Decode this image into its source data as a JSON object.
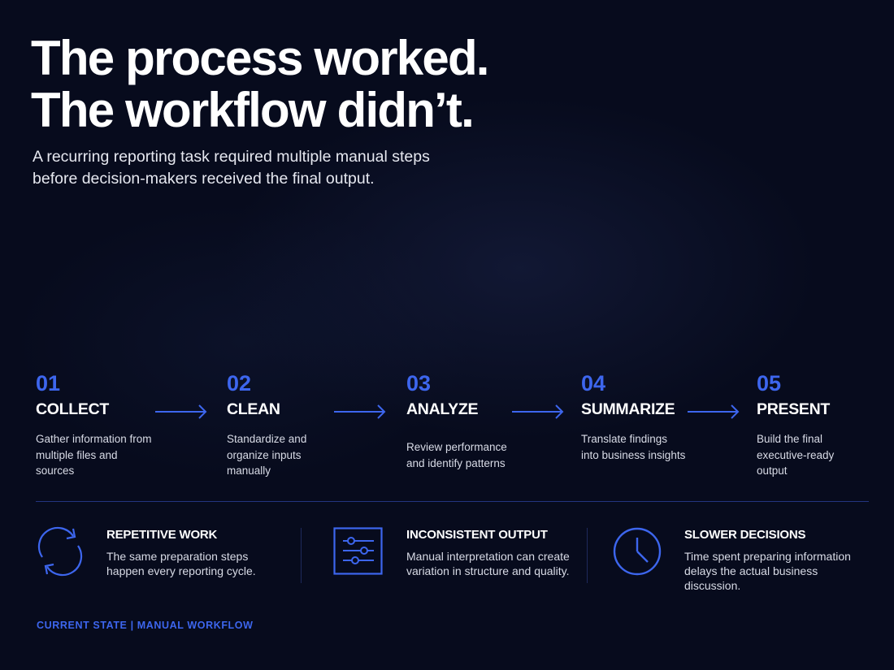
{
  "headline": {
    "line1": "The process worked.",
    "line2": "The workflow didn’t."
  },
  "subtitle": "A recurring reporting task required multiple manual steps before decision-makers received the final output.",
  "colors": {
    "background": "#070b1d",
    "accent": "#3d66ee",
    "text": "#ffffff"
  },
  "steps": [
    {
      "number": "01",
      "title": "COLLECT",
      "description": "Gather information from multiple files and sources"
    },
    {
      "number": "02",
      "title": "CLEAN",
      "description": "Standardize and organize inputs manually"
    },
    {
      "number": "03",
      "title": "ANALYZE",
      "description": "Review performance and identify patterns"
    },
    {
      "number": "04",
      "title": "SUMMARIZE",
      "description": "Translate findings into business insights"
    },
    {
      "number": "05",
      "title": "PRESENT",
      "description": "Build the final executive-ready output"
    }
  ],
  "issues": [
    {
      "icon": "refresh-cycle-icon",
      "title": "REPETITIVE WORK",
      "description": "The same preparation steps happen every reporting cycle."
    },
    {
      "icon": "sliders-icon",
      "title": "INCONSISTENT OUTPUT",
      "description": "Manual interpretation can create variation in structure and quality."
    },
    {
      "icon": "clock-icon",
      "title": "SLOWER DECISIONS",
      "description": "Time spent preparing information delays the actual business discussion."
    }
  ],
  "footer": "CURRENT STATE | MANUAL WORKFLOW"
}
